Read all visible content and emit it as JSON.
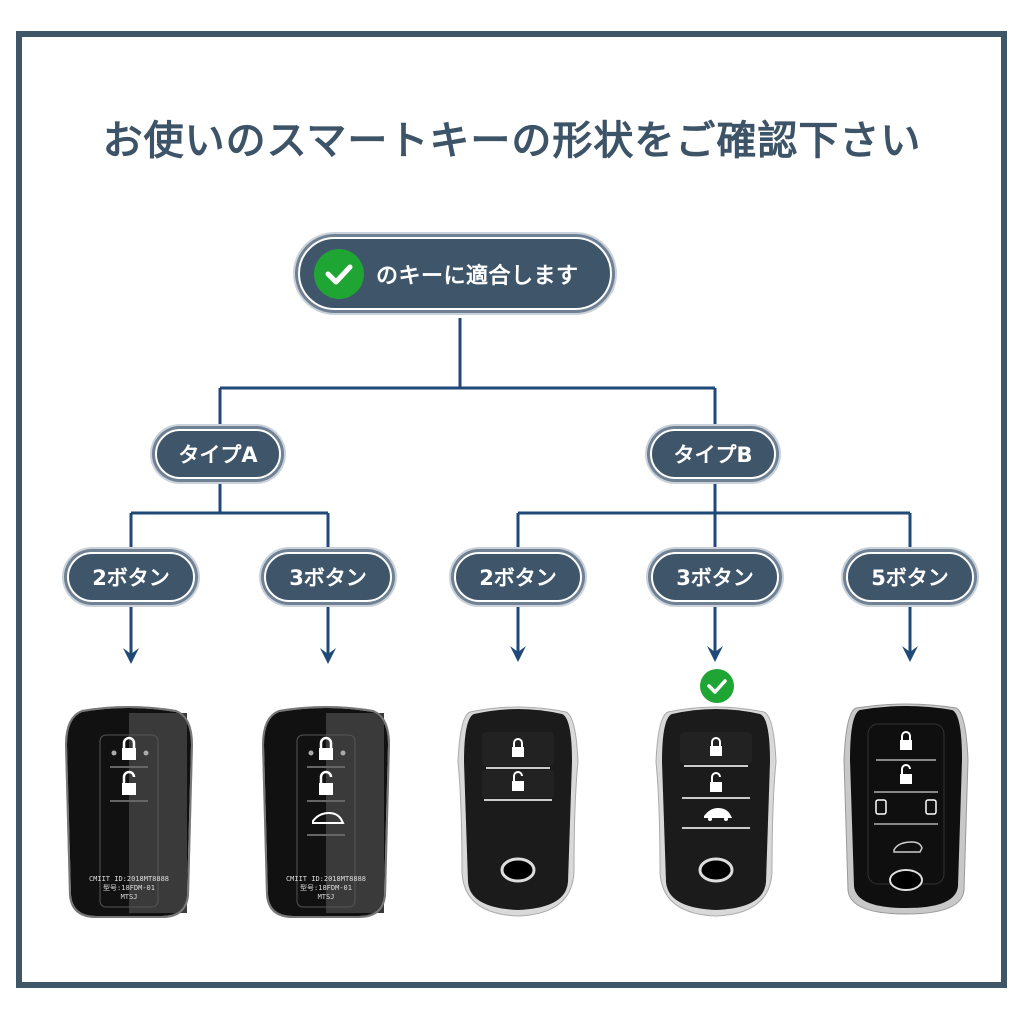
{
  "title": "お使いのスマートキーの形状をご確認下さい",
  "compat_badge": {
    "icon": "check-icon",
    "label": "のキーに適合します",
    "color": "#1ea534"
  },
  "colors": {
    "frame": "#3f5568",
    "pill": "#3f5569",
    "connector": "#1f4a78",
    "check": "#1ea534"
  },
  "types": [
    {
      "label": "タイプA",
      "buttons": [
        {
          "label": "2ボタン"
        },
        {
          "label": "3ボタン"
        }
      ]
    },
    {
      "label": "タイプB",
      "buttons": [
        {
          "label": "2ボタン"
        },
        {
          "label": "3ボタン",
          "compatible": true
        },
        {
          "label": "5ボタン"
        }
      ]
    }
  ],
  "keys": [
    {
      "type": "A",
      "buttons": 2,
      "icons": [
        "lock-icon",
        "unlock-icon"
      ],
      "engraving": [
        "CMIIT ID:2018MT8888",
        "型号:18FDM-01",
        "MTSJ"
      ]
    },
    {
      "type": "A",
      "buttons": 3,
      "icons": [
        "lock-icon",
        "unlock-icon",
        "trunk-icon"
      ],
      "engraving": [
        "CMIIT ID:2018MT8888",
        "型号:18FDM-01",
        "MTSJ"
      ]
    },
    {
      "type": "B",
      "buttons": 2,
      "icons": [
        "lock-icon",
        "unlock-icon"
      ]
    },
    {
      "type": "B",
      "buttons": 3,
      "icons": [
        "lock-icon",
        "unlock-icon",
        "trunk-icon"
      ],
      "compatible": true
    },
    {
      "type": "B",
      "buttons": 5,
      "icons": [
        "lock-icon",
        "unlock-icon",
        "left-slide-door-icon",
        "right-slide-door-icon",
        "back-door-icon"
      ]
    }
  ]
}
